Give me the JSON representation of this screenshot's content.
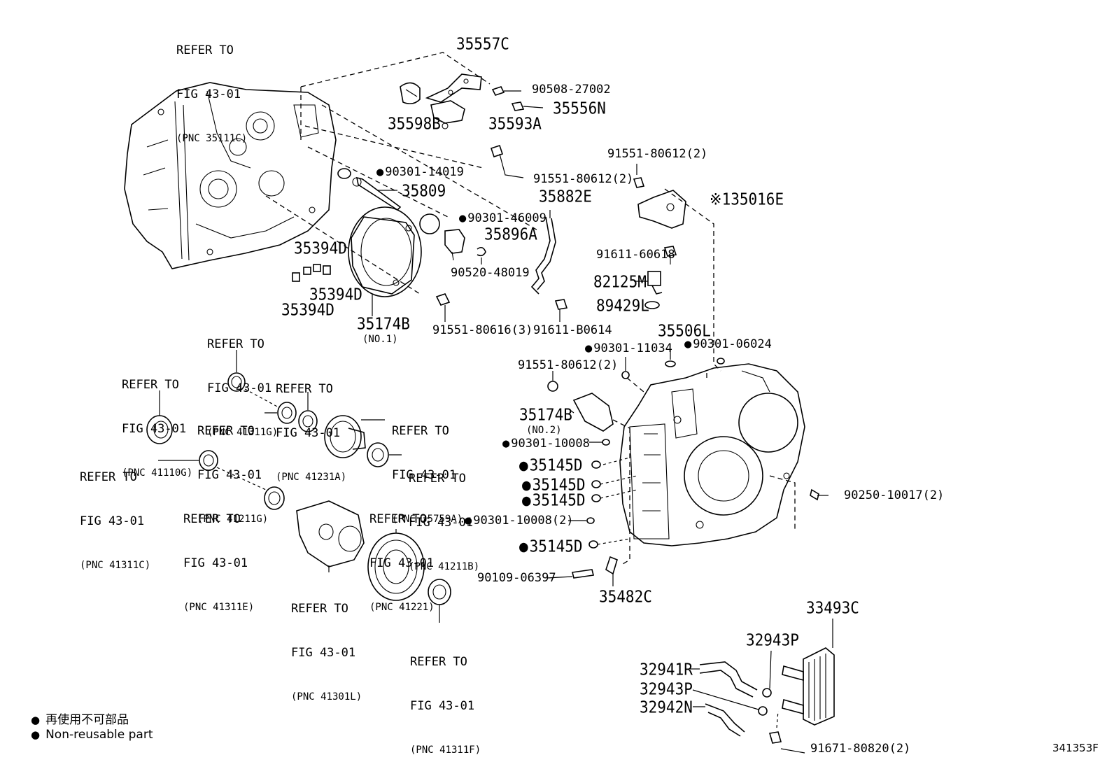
{
  "callouts": {
    "p35557C": "35557C",
    "p90508_27002": "90508-27002",
    "p35556N": "35556N",
    "p35598B": "35598B",
    "p35593A": "35593A",
    "p90301_14019": "90301-14019",
    "p35809": "35809",
    "p91551_80612_a": "91551-80612(2)",
    "p91551_80612_b": "91551-80612(2)",
    "p35882E": "35882E",
    "p35016E": "※135016E",
    "p90301_46009": "90301-46009",
    "p35896A": "35896A",
    "p90520_48019": "90520-48019",
    "p91611_60618": "91611-60618",
    "p82125M": "82125M",
    "p89429L": "89429L",
    "p35394D_a": "35394D",
    "p35394D_b": "35394D",
    "p35394D_c": "35394D",
    "p35174B_1": "35174B",
    "p35174B_1_sub": "(NO.1)",
    "p91551_80616": "91551-80616(3)",
    "p91611_B0614": "91611-B0614",
    "p35506L": "35506L",
    "p90301_11034": "90301-11034",
    "p90301_06024": "90301-06024",
    "p91551_80612_c": "91551-80612(2)",
    "p35174B_2": "35174B",
    "p35174B_2_sub": "(NO.2)",
    "p90301_10008_a": "90301-10008",
    "p35145D_a": "35145D",
    "p35145D_b": "35145D",
    "p35145D_c": "35145D",
    "p90301_10008_b": "90301-10008(2)",
    "p35145D_d": "35145D",
    "p90109_06397": "90109-06397",
    "p35482C": "35482C",
    "p90250_10017": "90250-10017(2)",
    "p33493C": "33493C",
    "p32943P_a": "32943P",
    "p32941R": "32941R",
    "p32943P_b": "32943P",
    "p32942N": "32942N",
    "p91671_80820": "91671-80820(2)"
  },
  "refs": [
    {
      "l1": "REFER TO",
      "l2": "FIG 43-01",
      "l3": "(PNC 35111C)"
    },
    {
      "l1": "REFER TO",
      "l2": "FIG 43-01",
      "l3": "(PNC 41311G)"
    },
    {
      "l1": "REFER TO",
      "l2": "FIG 43-01",
      "l3": "(PNC 41110G)"
    },
    {
      "l1": "REFER TO",
      "l2": "FIG 43-01",
      "l3": "(PNC 41231A)"
    },
    {
      "l1": "REFER TO",
      "l2": "FIG 43-01",
      "l3": "(PNC 41211G)"
    },
    {
      "l1": "REFER TO",
      "l2": "FIG 43-01",
      "l3": "(PNC 35759A)"
    },
    {
      "l1": "REFER TO",
      "l2": "FIG 43-01",
      "l3": "(PNC 41311C)"
    },
    {
      "l1": "REFER TO",
      "l2": "FIG 43-01",
      "l3": "(PNC 41211B)"
    },
    {
      "l1": "REFER TO",
      "l2": "FIG 43-01",
      "l3": "(PNC 41311E)"
    },
    {
      "l1": "REFER TO",
      "l2": "FIG 43-01",
      "l3": "(PNC 41221)"
    },
    {
      "l1": "REFER TO",
      "l2": "FIG 43-01",
      "l3": "(PNC 41301L)"
    },
    {
      "l1": "REFER TO",
      "l2": "FIG 43-01",
      "l3": "(PNC 41311F)"
    }
  ],
  "legend": {
    "jp": "再使用不可部品",
    "en": "Non-reusable part"
  },
  "figure_id": "341353F"
}
